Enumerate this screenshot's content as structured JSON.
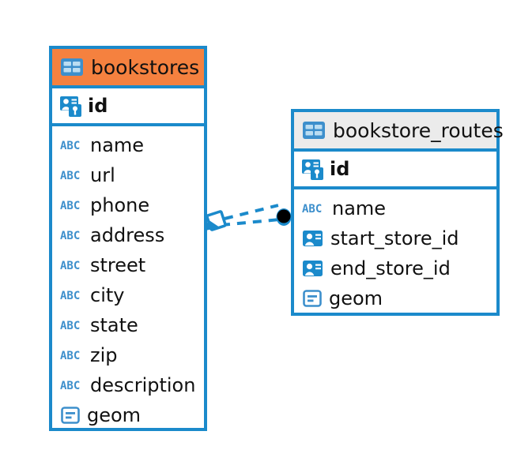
{
  "diagram": {
    "type": "entity-relationship-diagram",
    "background_color": "#FFFFFF",
    "accent_color": "#1B8ACB",
    "highlight_color": "#F5813F",
    "header_neutral_color": "#EBEBEB",
    "endpoint_color": "#000000"
  },
  "entities": [
    {
      "name": "bookstores",
      "header_color": "#F5813F",
      "header_icon": "table-icon",
      "primary_key": {
        "label": "id",
        "icon": "primary-key-icon"
      },
      "fields": [
        {
          "label": "name",
          "icon": "abc-icon"
        },
        {
          "label": "url",
          "icon": "abc-icon"
        },
        {
          "label": "phone",
          "icon": "abc-icon"
        },
        {
          "label": "address",
          "icon": "abc-icon"
        },
        {
          "label": "street",
          "icon": "abc-icon"
        },
        {
          "label": "city",
          "icon": "abc-icon"
        },
        {
          "label": "state",
          "icon": "abc-icon"
        },
        {
          "label": "zip",
          "icon": "abc-icon"
        },
        {
          "label": "description",
          "icon": "abc-icon"
        },
        {
          "label": "geom",
          "icon": "geometry-icon"
        }
      ]
    },
    {
      "name": "bookstore_routes",
      "header_color": "#EBEBEB",
      "header_icon": "table-icon",
      "primary_key": {
        "label": "id",
        "icon": "primary-key-icon"
      },
      "fields": [
        {
          "label": "name",
          "icon": "abc-icon"
        },
        {
          "label": "start_store_id",
          "icon": "foreign-key-icon"
        },
        {
          "label": "end_store_id",
          "icon": "foreign-key-icon"
        },
        {
          "label": "geom",
          "icon": "geometry-icon"
        }
      ]
    }
  ],
  "relationship": {
    "style": "dashed",
    "color": "#1B8ACB",
    "source_endpoint": "diamond-crowsfoot-marker",
    "target_endpoint": "filled-dot-marker",
    "source_entity": "bookstores",
    "target_entity": "bookstore_routes"
  }
}
